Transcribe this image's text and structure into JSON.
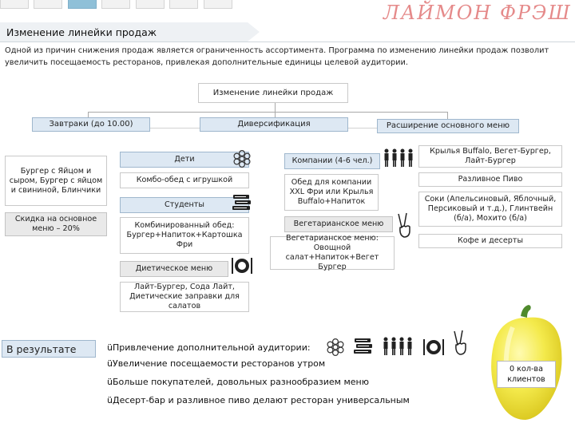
{
  "header": {
    "brand": "ЛАЙМОН ФРЭШ ©",
    "title": "Изменение линейки продаж"
  },
  "intro": "Одной из причин снижения продаж является ограниченность ассортимента. Программа по изменению линейки продаж позволит увеличить посещаемость ресторанов, привлекая дополнительные единицы целевой аудитории.",
  "diagram": {
    "root": "Изменение линейки продаж",
    "col_breakfast": {
      "title": "Завтраки (до 10.00)",
      "items": [
        "Бургер с Яйцом и сыром, Бургер с яйцом и свининой, Блинчики",
        "Скидка на основное меню – 20%"
      ]
    },
    "col_diversification": {
      "title": "Диверсификация",
      "left_items": [
        "Дети",
        "Комбо-обед с игрушкой",
        "Студенты",
        "Комбинированный обед: Бургер+Напиток+Картошка Фри",
        "Диетическое меню",
        "Лайт-Бургер, Сода Лайт, Диетические заправки для салатов"
      ],
      "right_items": [
        "Компании (4-6 чел.)",
        "Обед для компании XXL Фри или Крылья Buffalo+Напиток",
        "Вегетарианское меню",
        "Вегетарианское меню: Овощной салат+Напиток+Вегет Бургер"
      ]
    },
    "col_expansion": {
      "title": "Расширение основного меню",
      "items": [
        "Крылья Buffalo, Вегет-Бургер, Лайт-Бургер",
        "Разливное Пиво",
        "Соки (Апельсиновый, Яблочный, Персиковый и т.д.), Глинтвейн (б/а), Мохито (б/а)",
        "Кофе и десерты"
      ]
    }
  },
  "result": {
    "label": "В результате",
    "check": "ü",
    "lines": [
      "Привлечение дополнительной аудитории:",
      "Увеличение посещаемости ресторанов утром",
      "Больше покупателей, довольных разнообразием меню",
      "Десерт-бар и разливное пиво делают ресторан универсальным"
    ]
  },
  "pepper_label": "0 кол-ва клиентов",
  "colors": {
    "accent_blue": "#dde8f3",
    "brand_pink": "#e58a8a",
    "pepper_yellow": "#f4ea4c",
    "box_shade": "#e9e9e9"
  },
  "icons": [
    "flower-icon",
    "books-icon",
    "people-group-icon",
    "plate-cutlery-icon",
    "victory-hand-icon"
  ]
}
